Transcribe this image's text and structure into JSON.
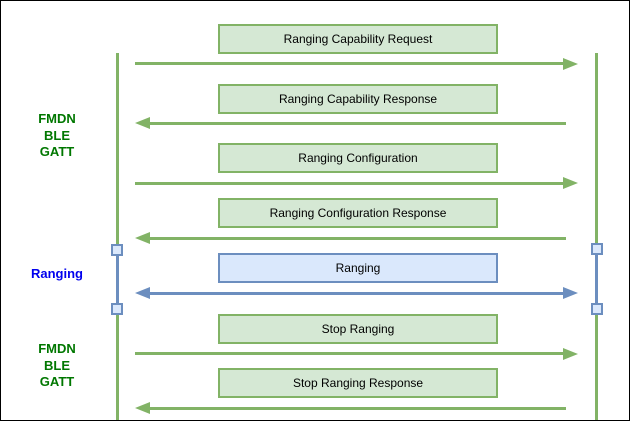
{
  "diagram": {
    "type": "sequence-flow",
    "phases": [
      {
        "name": "fmdn-ble-gatt-top",
        "lines": [
          "FMDN",
          "BLE",
          "GATT"
        ],
        "color": "#007700"
      },
      {
        "name": "ranging",
        "lines": [
          "Ranging"
        ],
        "color": "#0000ee"
      },
      {
        "name": "fmdn-ble-gatt-bottom",
        "lines": [
          "FMDN",
          "BLE",
          "GATT"
        ],
        "color": "#007700"
      }
    ],
    "messages": [
      {
        "label": "Ranging Capability Request",
        "direction": "right",
        "theme": "green"
      },
      {
        "label": "Ranging Capability Response",
        "direction": "left",
        "theme": "green"
      },
      {
        "label": "Ranging Configuration",
        "direction": "right",
        "theme": "green"
      },
      {
        "label": "Ranging Configuration Response",
        "direction": "left",
        "theme": "green"
      },
      {
        "label": "Ranging",
        "direction": "both",
        "theme": "blue"
      },
      {
        "label": "Stop Ranging",
        "direction": "right",
        "theme": "green"
      },
      {
        "label": "Stop Ranging Response",
        "direction": "left",
        "theme": "green"
      }
    ],
    "colors": {
      "green": {
        "fill": "#d5e8d4",
        "stroke": "#82b366"
      },
      "blue": {
        "fill": "#dae8fc",
        "stroke": "#6c8ebf"
      }
    }
  }
}
